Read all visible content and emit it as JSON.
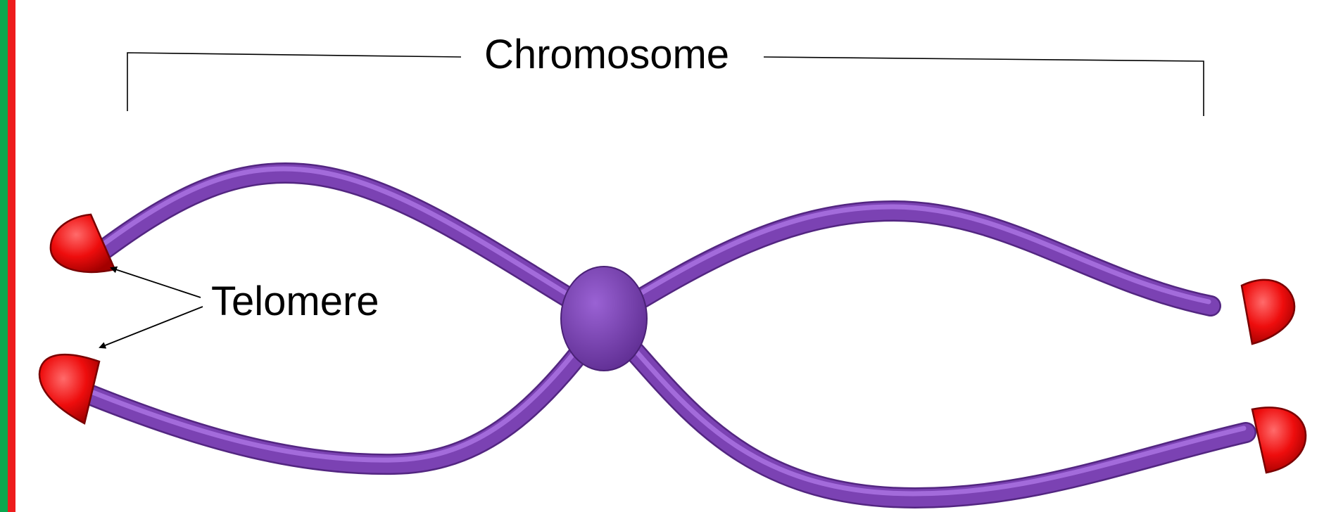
{
  "diagram": {
    "labels": {
      "chromosome": "Chromosome",
      "telomere": "Telomere"
    },
    "parts": {
      "arm_icon": "chromatid-arm",
      "centromere_icon": "centromere",
      "telomere_icon": "telomere-cap"
    },
    "colors": {
      "arm": "#7b42b3",
      "arm_highlight": "#b07ae8",
      "arm_shadow": "#532681",
      "centromere": "#7740b0",
      "telomere": "#f00f0f",
      "telomere_dark": "#8e0000",
      "left_stripe_green": "#0aa84f",
      "left_stripe_red": "#ee1c1c"
    }
  }
}
